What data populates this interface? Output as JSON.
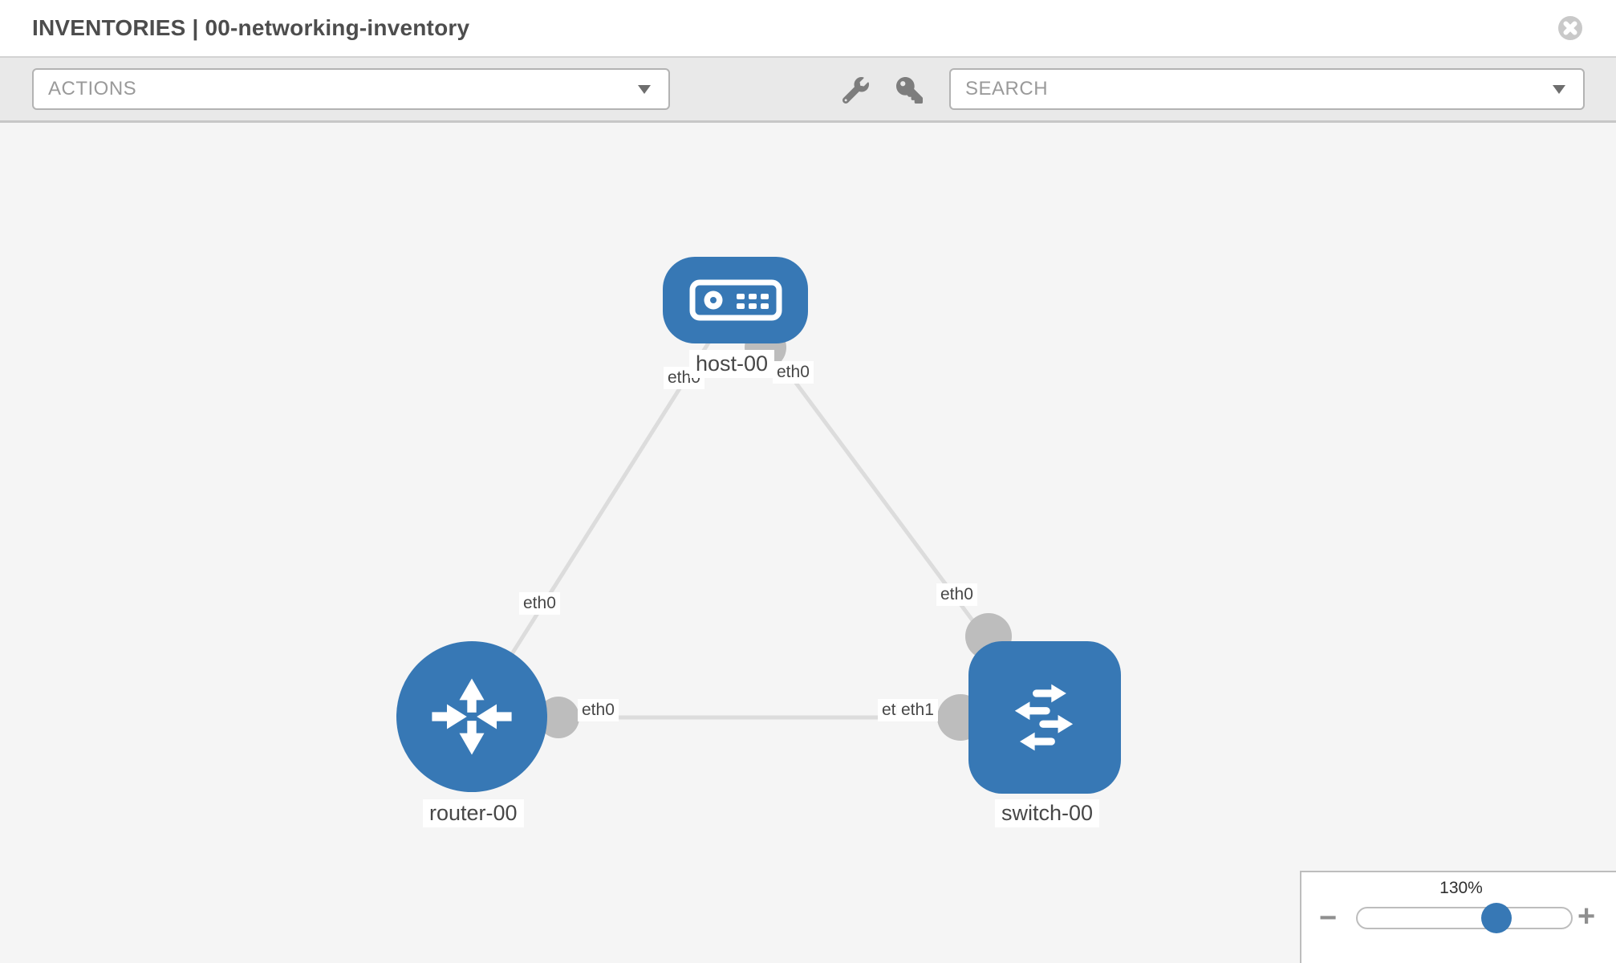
{
  "header": {
    "title": "INVENTORIES | 00-networking-inventory"
  },
  "toolbar": {
    "actions_label": "ACTIONS",
    "search_label": "SEARCH"
  },
  "icons": {
    "close": "x-circle",
    "tools": "wrench",
    "credentials": "key",
    "dropdown": "chevron-down"
  },
  "topology": {
    "nodes": [
      {
        "id": "host-00",
        "type": "host",
        "label": "host-00"
      },
      {
        "id": "router-00",
        "type": "router",
        "label": "router-00"
      },
      {
        "id": "switch-00",
        "type": "switch",
        "label": "switch-00"
      }
    ],
    "links": [
      {
        "source": "host-00",
        "target": "router-00"
      },
      {
        "source": "host-00",
        "target": "switch-00"
      },
      {
        "source": "router-00",
        "target": "switch-00"
      }
    ],
    "interface_labels": [
      {
        "id": "host-eth0-left",
        "text": "eth0"
      },
      {
        "id": "host-eth0-right",
        "text": "eth0"
      },
      {
        "id": "link-host-router-eth0",
        "text": "eth0"
      },
      {
        "id": "link-host-switch-eth0",
        "text": "eth0"
      },
      {
        "id": "router-eth0",
        "text": "eth0"
      },
      {
        "id": "switch-eth0-partial",
        "text": "eth0"
      },
      {
        "id": "switch-eth1",
        "text": "eth1"
      }
    ]
  },
  "zoom_panel": {
    "level": "130%",
    "minus_label": "−",
    "plus_label": "+"
  },
  "colors": {
    "node_blue": "#3778b5",
    "port_gray": "#bdbdbd",
    "link_gray": "#dcdcdc",
    "canvas_bg": "#f5f5f5",
    "toolbar_bg": "#e9e9e9"
  }
}
